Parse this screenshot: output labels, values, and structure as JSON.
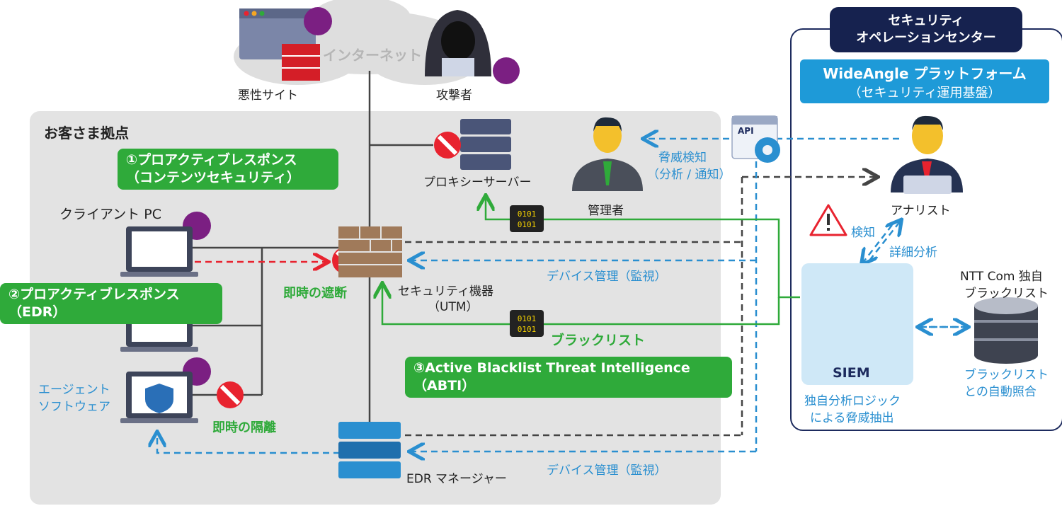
{
  "internet": {
    "label": "インターネット",
    "malicious_site": "悪性サイト",
    "attacker": "攻撃者"
  },
  "customer": {
    "title": "お客さま拠点"
  },
  "callouts": {
    "c1_line1": "①プロアクティブレスポンス",
    "c1_line2": "（コンテンツセキュリティ）",
    "c2_line1": "②プロアクティブレスポンス",
    "c2_line2": "（EDR）",
    "c3_line1": "③Active Blacklist Threat Intelligence",
    "c3_line2": "（ABTI）"
  },
  "nodes": {
    "proxy": "プロキシーサーバー",
    "admin": "管理者",
    "client_pc": "クライアント PC",
    "utm_line1": "セキュリティ機器",
    "utm_line2": "（UTM）",
    "agent_line1": "エージェント",
    "agent_line2": "ソフトウェア",
    "edr_manager": "EDR マネージャー",
    "api": "API"
  },
  "actions": {
    "block": "即時の遮断",
    "isolate": "即時の隔離",
    "blacklist": "ブラックリスト",
    "device_mgmt_1": "デバイス管理（監視）",
    "device_mgmt_2": "デバイス管理（監視）",
    "threat_detect_1": "脅威検知",
    "threat_detect_2": "（分析 / 通知）"
  },
  "soc": {
    "title_line1": "セキュリティ",
    "title_line2": "オペレーションセンター",
    "platform_line1": "WideAngle プラットフォーム",
    "platform_line2": "（セキュリティ運用基盤）",
    "analyst": "アナリスト",
    "detect": "検知",
    "detail": "詳細分析",
    "siem": "SIEM",
    "siem_desc_1": "独自分析ロジック",
    "siem_desc_2": "による脅威抽出",
    "ntt_1": "NTT Com 独自",
    "ntt_2": "ブラックリスト",
    "match_1": "ブラックリスト",
    "match_2": "との自動照合"
  },
  "colors": {
    "green": "#2faa3a",
    "blue": "#2a8fd0",
    "navy": "#16224f",
    "platform": "#1e9ad8",
    "red": "#e8232f",
    "virus": "#7b1f82"
  }
}
